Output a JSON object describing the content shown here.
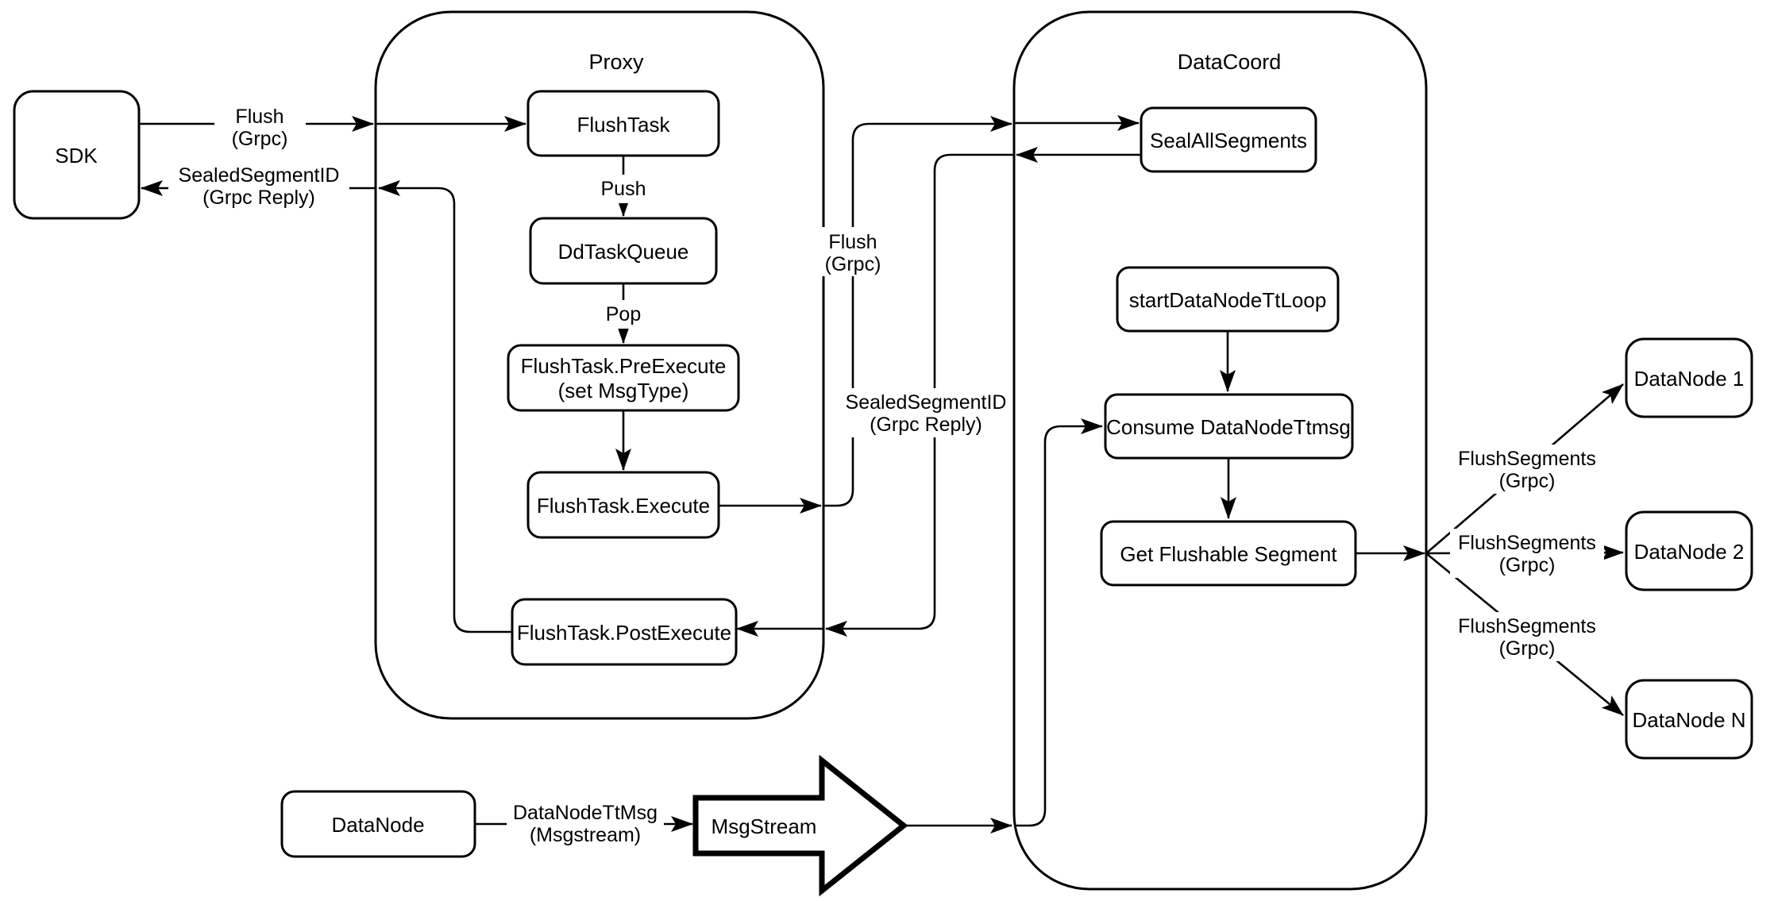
{
  "colors": {
    "background": "#ffffff",
    "stroke": "#000000",
    "node_fill": "#ffffff"
  },
  "containers": {
    "proxy": {
      "title": "Proxy"
    },
    "datacoord": {
      "title": "DataCoord"
    }
  },
  "nodes": {
    "sdk": {
      "label": "SDK"
    },
    "flush_task": {
      "label": "FlushTask"
    },
    "dd_task_queue": {
      "label": "DdTaskQueue"
    },
    "pre_execute": {
      "line1": "FlushTask.PreExecute",
      "line2": "(set MsgType)"
    },
    "execute": {
      "label": "FlushTask.Execute"
    },
    "post_execute": {
      "label": "FlushTask.PostExecute"
    },
    "seal_all_segments": {
      "label": "SealAllSegments"
    },
    "start_datanode_tt_loop": {
      "label": "startDataNodeTtLoop"
    },
    "consume_datanode_ttmsg": {
      "label": "Consume DataNodeTtmsg"
    },
    "get_flushable_segment": {
      "label": "Get Flushable Segment"
    },
    "datanode_1": {
      "label": "DataNode 1"
    },
    "datanode_2": {
      "label": "DataNode 2"
    },
    "datanode_n": {
      "label": "DataNode N"
    },
    "datanode": {
      "label": "DataNode"
    },
    "msgstream": {
      "label": "MsgStream"
    }
  },
  "edge_labels": {
    "flush_sdk": {
      "line1": "Flush",
      "line2": "(Grpc)"
    },
    "sealed_sdk": {
      "line1": "SealedSegmentID",
      "line2": "(Grpc Reply)"
    },
    "push": {
      "label": "Push"
    },
    "pop": {
      "label": "Pop"
    },
    "flush_mid": {
      "line1": "Flush",
      "line2": "(Grpc)"
    },
    "sealed_mid": {
      "line1": "SealedSegmentID",
      "line2": "(Grpc Reply)"
    },
    "flush_segments_1": {
      "line1": "FlushSegments",
      "line2": "(Grpc)"
    },
    "flush_segments_2": {
      "line1": "FlushSegments",
      "line2": "(Grpc)"
    },
    "flush_segments_n": {
      "line1": "FlushSegments",
      "line2": "(Grpc)"
    },
    "datanode_ttmsg": {
      "line1": "DataNodeTtMsg",
      "line2": "(Msgstream)"
    }
  }
}
